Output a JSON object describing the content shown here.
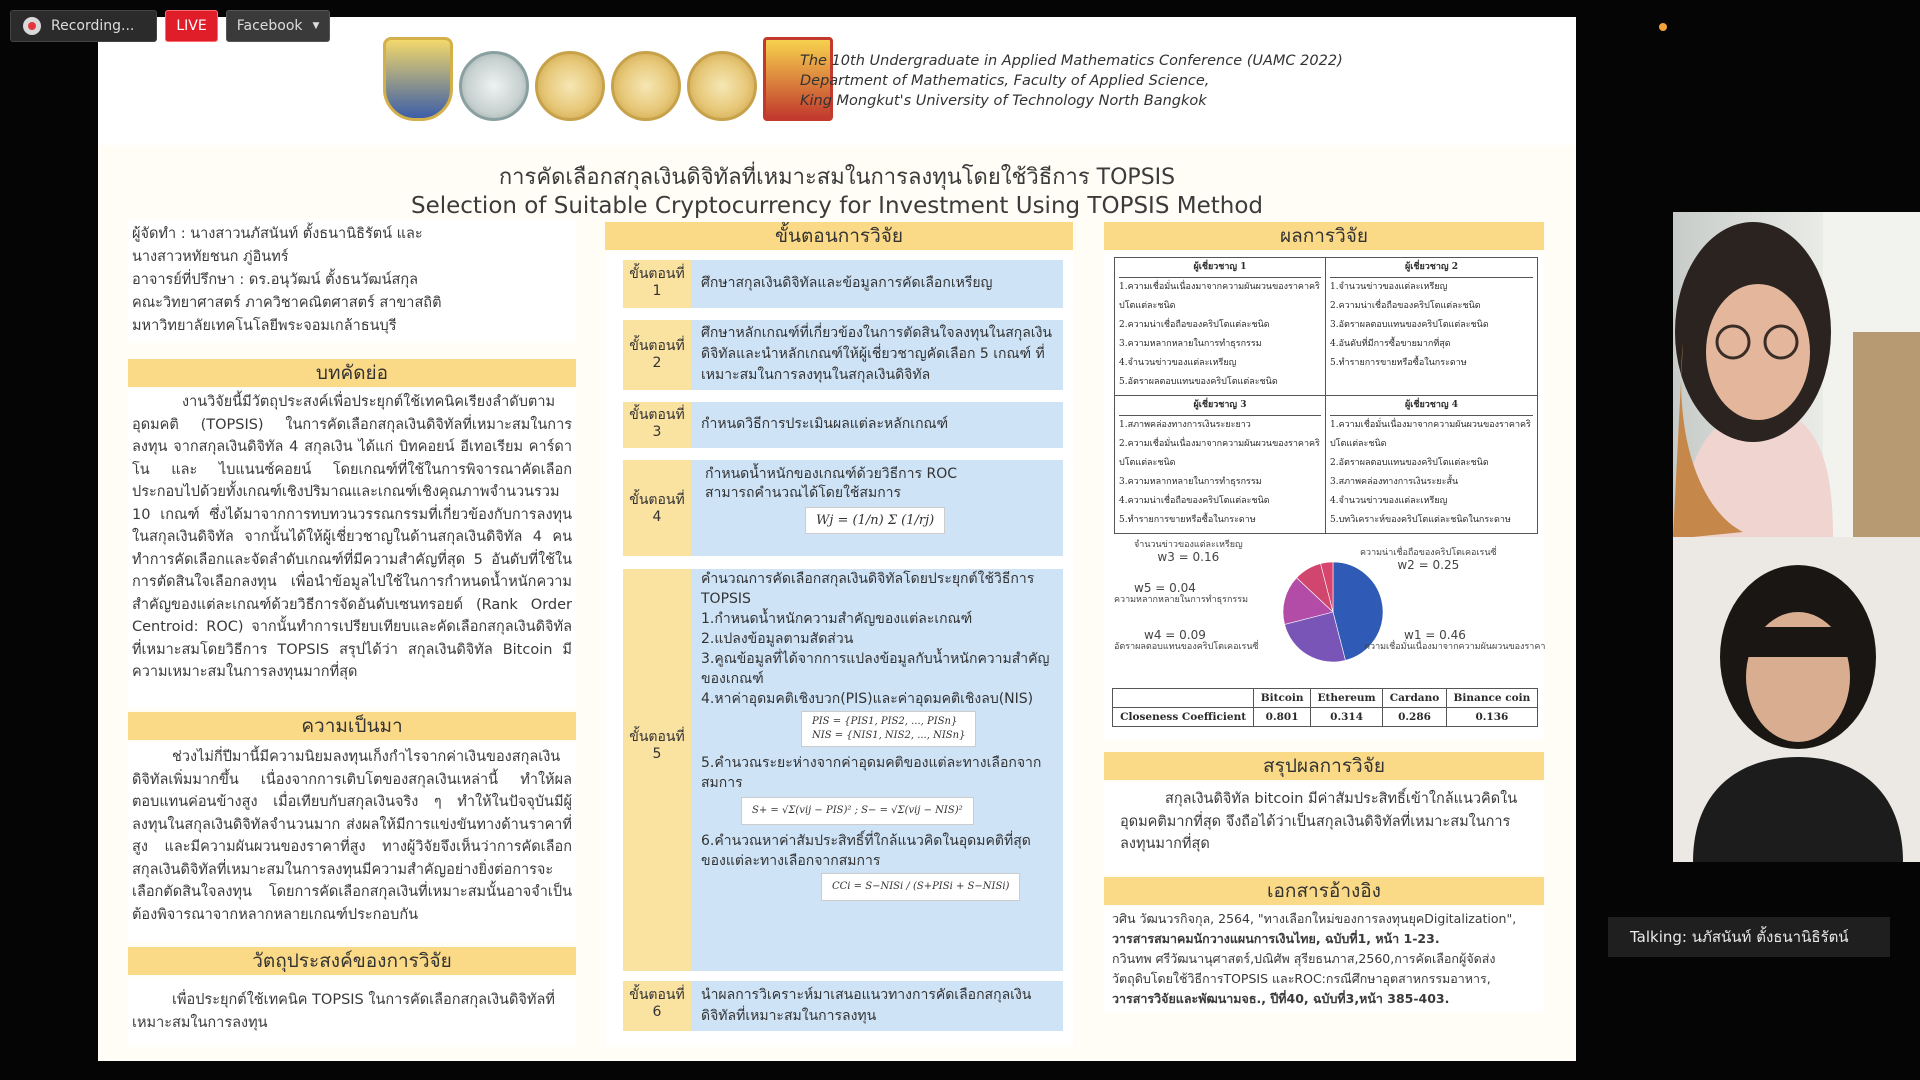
{
  "topbar": {
    "recording": "Recording...",
    "live": "LIVE",
    "platform": "Facebook"
  },
  "poster": {
    "conference": [
      "The 10th Undergraduate in Applied Mathematics Conference (UAMC 2022)",
      "Department of Mathematics, Faculty of Applied Science,",
      "King Mongkut's University of Technology North Bangkok"
    ],
    "title_th": "การคัดเลือกสกุลเงินดิจิทัลที่เหมาะสมในการลงทุนโดยใช้วิธีการ TOPSIS",
    "title_en": "Selection of Suitable Cryptocurrency for Investment Using TOPSIS Method",
    "authors": [
      "ผู้จัดทำ : นางสาวนภัสนันท์ ตั้งธนานิธิรัตน์ และ",
      "นางสาวหทัยชนก ภู่อินทร์",
      "อาจารย์ที่ปรึกษา : ดร.อนุวัฒน์ ตั้งธนวัฒน์สกุล",
      "คณะวิทยาศาสตร์ ภาควิชาคณิตศาสตร์ สาขาสถิติ",
      "มหาวิทยาลัยเทคโนโลยีพระจอมเกล้าธนบุรี"
    ],
    "abstract_head": "บทคัดย่อ",
    "abstract": "งานวิจัยนี้มีวัตถุประสงค์เพื่อประยุกต์ใช้เทคนิคเรียงลำดับตามอุดมคติ (TOPSIS) ในการคัดเลือกสกุลเงินดิจิทัลที่เหมาะสมในการลงทุน จากสกุลเงินดิจิทัล 4 สกุลเงิน ได้แก่ บิทคอยน์ อีเทอเรียม คาร์ดาโน และ ไบแนนซ์คอยน์ โดยเกณฑ์ที่ใช้ในการพิจารณาคัดเลือกประกอบไปด้วยทั้งเกณฑ์เชิงปริมาณและเกณฑ์เชิงคุณภาพจำนวนรวม 10 เกณฑ์ ซึ่งได้มาจากการทบทวนวรรณกรรมที่เกี่ยวข้องกับการลงทุนในสกุลเงินดิจิทัล จากนั้นได้ให้ผู้เชี่ยวชาญในด้านสกุลเงินดิจิทัล 4 คน ทำการคัดเลือกและจัดลำดับเกณฑ์ที่มีความสำคัญที่สุด 5 อันดับที่ใช้ในการตัดสินใจเลือกลงทุน เพื่อนำข้อมูลไปใช้ในการกำหนดน้ำหนักความสำคัญของแต่ละเกณฑ์ด้วยวิธีการจัดอันดับเซนทรอยด์ (Rank Order Centroid: ROC) จากนั้นทำการเปรียบเทียบและคัดเลือกสกุลเงินดิจิทัลที่เหมาะสมโดยวิธีการ TOPSIS สรุปได้ว่า สกุลเงินดิจิทัล Bitcoin มีความเหมาะสมในการลงทุนมากที่สุด",
    "background_head": "ความเป็นมา",
    "background": "ช่วงไม่กี่ปีมานี้มีความนิยมลงทุนเก็งกำไรจากค่าเงินของสกุลเงินดิจิทัลเพิ่มมากขึ้น เนื่องจากการเติบโตของสกุลเงินเหล่านี้ ทำให้ผลตอบแทนค่อนข้างสูง เมื่อเทียบกับสกุลเงินจริง ๆ ทำให้ในปัจจุบันมีผู้ลงทุนในสกุลเงินดิจิทัลจำนวนมาก ส่งผลให้มีการแข่งขันทางด้านราคาที่สูง และมีความผันผวนของราคาที่สูง ทางผู้วิจัยจึงเห็นว่าการคัดเลือกสกุลเงินดิจิทัลที่เหมาะสมในการลงทุนมีความสำคัญอย่างยิ่งต่อการจะเลือกตัดสินใจลงทุน โดยการคัดเลือกสกุลเงินที่เหมาะสมนั้นอาจจำเป็นต้องพิจารณาจากหลากหลายเกณฑ์ประกอบกัน",
    "objective_head": "วัตถุประสงค์ของการวิจัย",
    "objective": "เพื่อประยุกต์ใช้เทคนิค TOPSIS ในการคัดเลือกสกุลเงินดิจิทัลที่เหมาะสมในการลงทุน",
    "method_head": "ขั้นตอนการวิจัย",
    "steps": [
      {
        "label": "ขั้นตอนที่",
        "num": "1",
        "text": "ศึกษาสกุลเงินดิจิทัลและข้อมูลการคัดเลือกเหรียญ"
      },
      {
        "label": "ขั้นตอนที่",
        "num": "2",
        "text": "ศึกษาหลักเกณฑ์ที่เกี่ยวข้องในการตัดสินใจลงทุนในสกุลเงินดิจิทัลและนำหลักเกณฑ์ให้ผู้เชี่ยวชาญคัดเลือก 5 เกณฑ์ ที่เหมาะสมในการลงทุนในสกุลเงินดิจิทัล"
      },
      {
        "label": "ขั้นตอนที่",
        "num": "3",
        "text": "กำหนดวิธีการประเมินผลแต่ละหลักเกณฑ์"
      },
      {
        "label": "ขั้นตอนที่",
        "num": "4",
        "text": "กำหนดน้ำหนักของเกณฑ์ด้วยวิธีการ ROC สามารถคำนวณได้โดยใช้สมการ",
        "eq": "Wj = (1/n) Σ (1/rj)"
      },
      {
        "label": "ขั้นตอนที่",
        "num": "5",
        "text": "คำนวณการคัดเลือกสกุลเงินดิจิทัลโดยประยุกต์ใช้วิธีการ TOPSIS",
        "sub": [
          "1.กำหนดน้ำหนักความสำคัญของแต่ละเกณฑ์",
          "2.แปลงข้อมูลตามสัดส่วน",
          "3.คูณข้อมูลที่ได้จากการแปลงข้อมูลกับน้ำหนักความสำคัญของเกณฑ์",
          "4.หาค่าอุดมคติเชิงบวก(PIS)และค่าอุดมคติเชิงลบ(NIS)",
          "5.คำนวณระยะห่างจากค่าอุดมคติของแต่ละทางเลือกจากสมการ",
          "6.คำนวณหาค่าสัมประสิทธิ์ที่ใกล้แนวคิดในอุดมคติที่สุดของแต่ละทางเลือกจากสมการ"
        ],
        "eq1a": "PIS = {PIS1, PIS2, ..., PISn}",
        "eq1b": "NIS = {NIS1, NIS2, ..., NISn}",
        "eq2": "S+ = √Σ(vij − PIS)²  ;  S− = √Σ(vij − NIS)²",
        "eq3": "CCi = S−NISi / (S+PISi + S−NISi)"
      },
      {
        "label": "ขั้นตอนที่",
        "num": "6",
        "text": "นำผลการวิเคราะห์มาเสนอแนวทางการคัดเลือกสกุลเงินดิจิทัลที่เหมาะสมในการลงทุน"
      }
    ],
    "results_head": "ผลการวิจัย",
    "experts": [
      {
        "head": "ผู้เชี่ยวชาญ 1",
        "items": [
          "1.ความเชื่อมั่นเนื่องมาจากความผันผวนของราคาคริปโตแต่ละชนิด",
          "2.ความน่าเชื่อถือของคริปโตแต่ละชนิด",
          "3.ความหลากหลายในการทำธุรกรรม",
          "4.จำนวนข่าวของแต่ละเหรียญ",
          "5.อัตราผลตอบแทนของคริปโตแต่ละชนิด"
        ]
      },
      {
        "head": "ผู้เชี่ยวชาญ 2",
        "items": [
          "1.จำนวนข่าวของแต่ละเหรียญ",
          "2.ความน่าเชื่อถือของคริปโตแต่ละชนิด",
          "3.อัตราผลตอบแทนของคริปโตแต่ละชนิด",
          "4.อันดับที่มีการซื้อขายมากที่สุด",
          "5.ทำรายการขายหรือซื้อในกระดาษ"
        ]
      },
      {
        "head": "ผู้เชี่ยวชาญ 3",
        "items": [
          "1.สภาพคล่องทางการเงินระยะยาว",
          "2.ความเชื่อมั่นเนื่องมาจากความผันผวนของราคาคริปโตแต่ละชนิด",
          "3.ความหลากหลายในการทำธุรกรรม",
          "4.ความน่าเชื่อถือของคริปโตแต่ละชนิด",
          "5.ทำรายการขายหรือซื้อในกระดาษ"
        ]
      },
      {
        "head": "ผู้เชี่ยวชาญ 4",
        "items": [
          "1.ความเชื่อมั่นเนื่องมาจากความผันผวนของราคาคริปโตแต่ละชนิด",
          "2.อัตราผลตอบแทนของคริปโตแต่ละชนิด",
          "3.สภาพคล่องทางการเงินระยะสั้น",
          "4.จำนวนข่าวของแต่ละเหรียญ",
          "5.บทวิเคราะห์ของคริปโตแต่ละชนิดในกระดาษ"
        ]
      }
    ],
    "pie_labels": [
      {
        "name": "จำนวนข่าวของแต่ละเหรียญ",
        "w": "w3 = 0.16"
      },
      {
        "name": "ความน่าเชื่อถือของคริปโตเคอเรนซี่",
        "w": "w2 = 0.25"
      },
      {
        "name": "ความหลากหลายในการทำธุรกรรม",
        "w": "w5 = 0.04"
      },
      {
        "name": "อัตราผลตอบแทนของคริปโตเคอเรนซี่",
        "w": "w4 = 0.09"
      },
      {
        "name": "ความเชื่อมั่นเนื่องมาจากความผันผวนของราคา",
        "w": "w1 = 0.46"
      }
    ],
    "cc_table": {
      "headers": [
        "",
        "Bitcoin",
        "Ethereum",
        "Cardano",
        "Binance coin"
      ],
      "row_label": "Closeness Coefficient",
      "values": [
        "0.801",
        "0.314",
        "0.286",
        "0.136"
      ]
    },
    "conclusion_head": "สรุปผลการวิจัย",
    "conclusion": "สกุลเงินดิจิทัล bitcoin มีค่าสัมประสิทธิ์เข้าใกล้แนวคิดในอุดมคติมากที่สุด จึงถือได้ว่าเป็นสกุลเงินดิจิทัลที่เหมาะสมในการลงทุนมากที่สุด",
    "references_head": "เอกสารอ้างอิง",
    "references": [
      "วศิน วัฒนวรกิจกุล, 2564, \"ทางเลือกใหม่ของการลงทุนยุคDigitalization\",",
      "วารสารสมาคมนักวางแผนการเงินไทย, ฉบับที่1, หน้า 1-23.",
      "กวินทพ ศรีวัฒนานุศาสตร์,ปณิศัพ สุรียธนภาส,2560,การคัดเลือกผู้จัดส่ง",
      "วัตถุดิบโดยใช้วิธีการTOPSIS และROC:กรณีศึกษาอุตสาหกรรมอาหาร,",
      "วารสารวิจัยและพัฒนามจธ., ปีที่40, ฉบับที่3,หน้า 385-403."
    ]
  },
  "chart_data": {
    "type": "pie",
    "categories": [
      "w1",
      "w2",
      "w3",
      "w4",
      "w5"
    ],
    "values": [
      0.46,
      0.25,
      0.16,
      0.09,
      0.04
    ],
    "colors": [
      "#2f5bb7",
      "#7a55b8",
      "#b24ca7",
      "#d1466f",
      "#d7446e"
    ]
  },
  "talking": "Talking: นภัสนันท์ ตั้งธนานิธิรัตน์"
}
